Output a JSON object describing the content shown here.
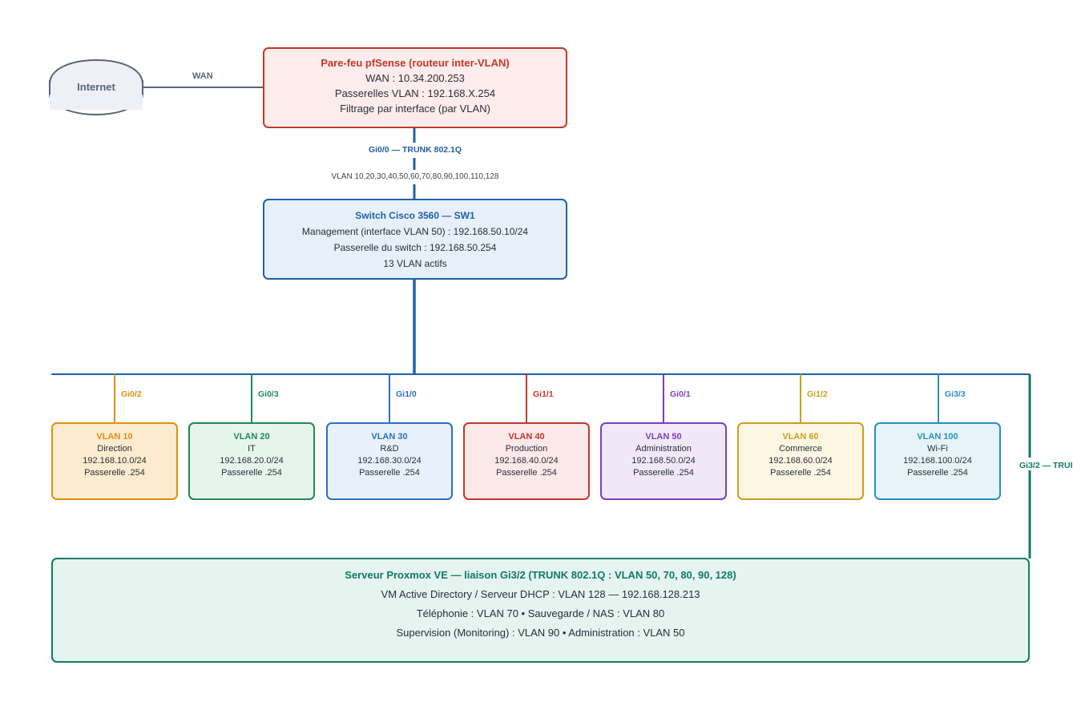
{
  "internet": {
    "label": "Internet"
  },
  "wan": {
    "label": "WAN"
  },
  "firewall": {
    "title": "Pare-feu pfSense (routeur inter-VLAN)",
    "lines": [
      "WAN : 10.34.200.253",
      "Passerelles VLAN : 192.168.X.254",
      "Filtrage par interface (par VLAN)"
    ]
  },
  "trunk": {
    "label": "Gi0/0 — TRUNK 802.1Q",
    "vlans": "VLAN 10,20,30,40,50,60,70,80,90,100,110,128"
  },
  "switch": {
    "title": "Switch Cisco 3560 — SW1",
    "lines": [
      "Management (interface VLAN 50) : 192.168.50.10/24",
      "Passerelle du switch : 192.168.50.254",
      "13 VLAN actifs"
    ]
  },
  "vlans": [
    {
      "port": "Gi0/2",
      "name": "VLAN 10",
      "role": "Direction",
      "subnet": "192.168.10.0/24",
      "gateway": "Passerelle .254",
      "color": "#e0900e",
      "bg": "#fdebd0"
    },
    {
      "port": "Gi0/3",
      "name": "VLAN 20",
      "role": "IT",
      "subnet": "192.168.20.0/24",
      "gateway": "Passerelle .254",
      "color": "#1e8a55",
      "bg": "#e6f5ec"
    },
    {
      "port": "Gi1/0",
      "name": "VLAN 30",
      "role": "R&D",
      "subnet": "192.168.30.0/24",
      "gateway": "Passerelle .254",
      "color": "#2e6fbf",
      "bg": "#e8f0fb"
    },
    {
      "port": "Gi1/1",
      "name": "VLAN 40",
      "role": "Production",
      "subnet": "192.168.40.0/24",
      "gateway": "Passerelle .254",
      "color": "#c0392b",
      "bg": "#fbe8e8"
    },
    {
      "port": "Gi0/1",
      "name": "VLAN 50",
      "role": "Administration",
      "subnet": "192.168.50.0/24",
      "gateway": "Passerelle .254",
      "color": "#7b3fbf",
      "bg": "#f0e8f8"
    },
    {
      "port": "Gi1/2",
      "name": "VLAN 60",
      "role": "Commerce",
      "subnet": "192.168.60.0/24",
      "gateway": "Passerelle .254",
      "color": "#c9a020",
      "bg": "#fdf6e3"
    },
    {
      "port": "Gi3/3",
      "name": "VLAN 100",
      "role": "Wi-Fi",
      "subnet": "192.168.100.0/24",
      "gateway": "Passerelle .254",
      "color": "#2a8fbf",
      "bg": "#e6f3f9"
    }
  ],
  "proxmox_link": {
    "label": "Gi3/2 — TRUI"
  },
  "proxmox": {
    "title": "Serveur Proxmox VE — liaison Gi3/2 (TRUNK 802.1Q : VLAN 50, 70, 80, 90, 128)",
    "lines": [
      "VM Active Directory / Serveur DHCP : VLAN 128 — 192.168.128.213",
      "Téléphonie : VLAN 70 • Sauvegarde / NAS : VLAN 80",
      "Supervision (Monitoring) : VLAN 90 • Administration : VLAN 50"
    ]
  },
  "colors": {
    "firewall": "#c0392b",
    "switch": "#2060a8",
    "proxmox": "#117a65",
    "internet": "#5a6378"
  }
}
